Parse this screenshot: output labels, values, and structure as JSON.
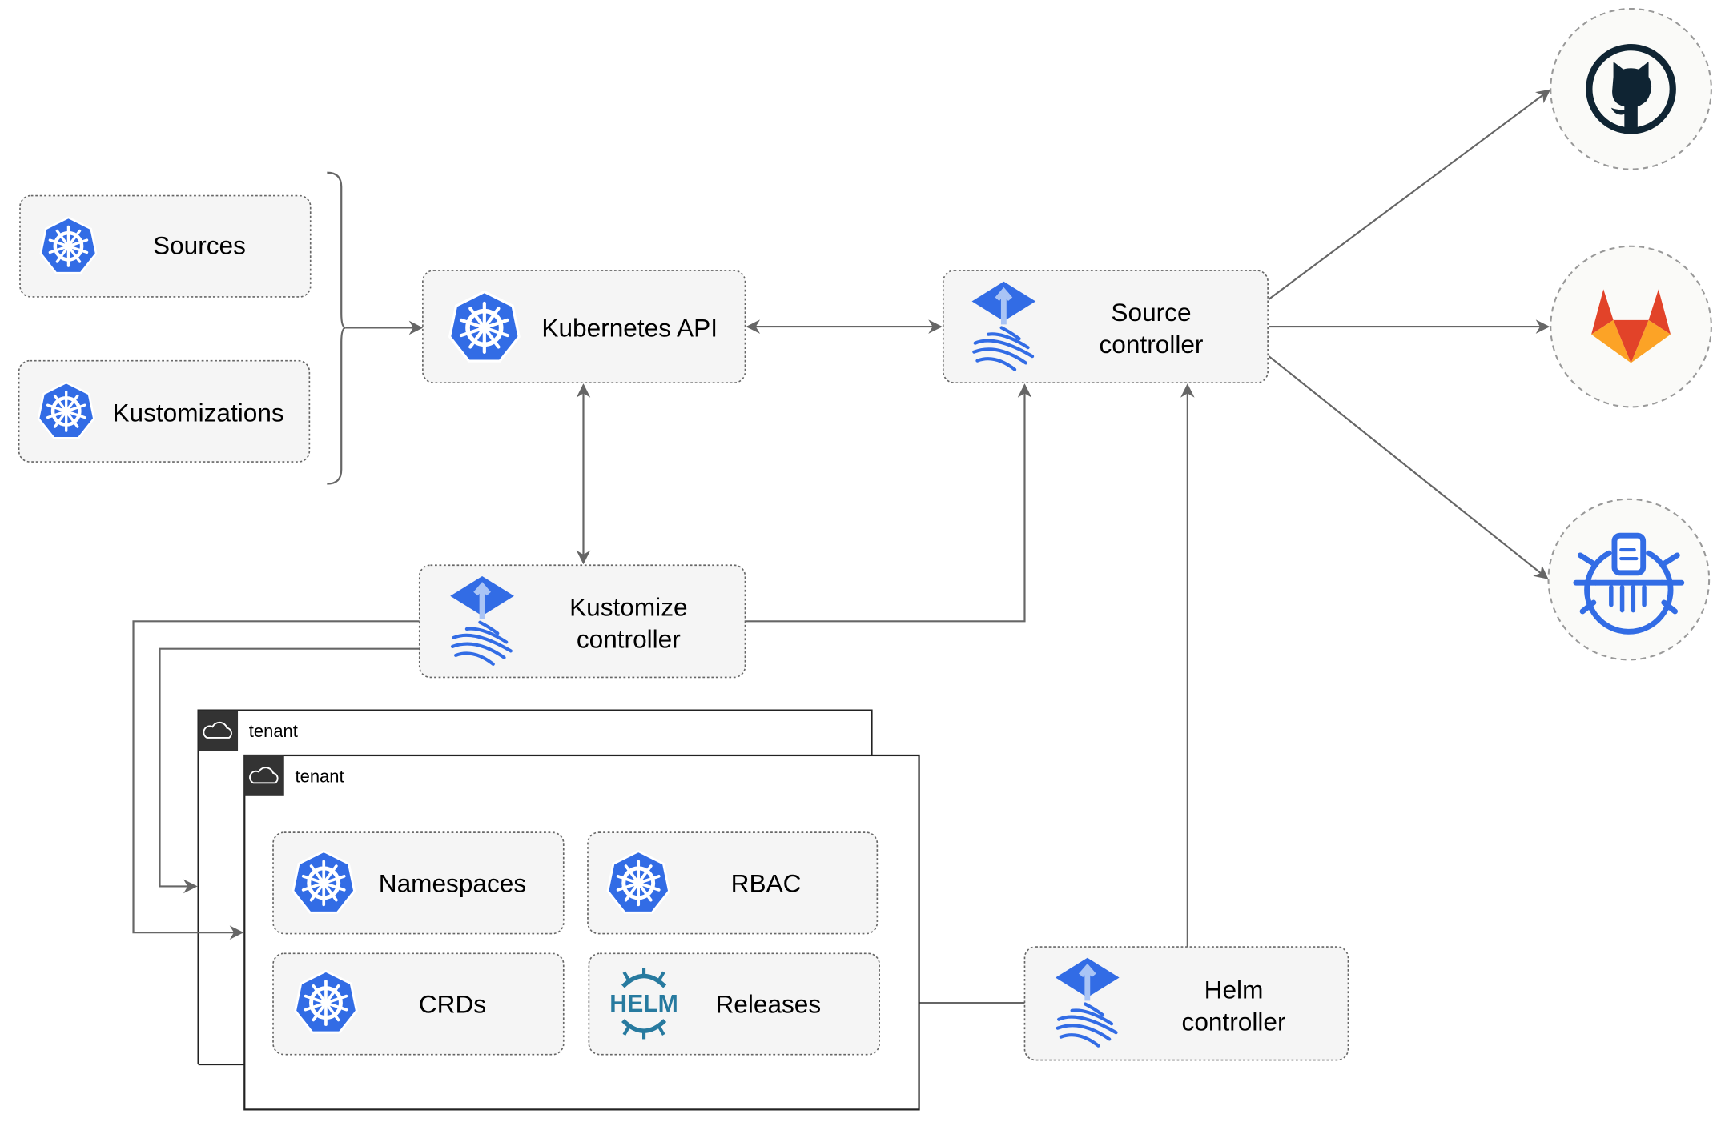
{
  "nodes": {
    "sources": "Sources",
    "kustomizations": "Kustomizations",
    "kubernetes_api": "Kubernetes API",
    "source_controller": [
      "Source",
      "controller"
    ],
    "kustomize_controller": [
      "Kustomize",
      "controller"
    ],
    "helm_controller": [
      "Helm",
      "controller"
    ],
    "namespaces": "Namespaces",
    "rbac": "RBAC",
    "crds": "CRDs",
    "releases": "Releases"
  },
  "tenants": [
    {
      "label": "tenant"
    },
    {
      "label": "tenant"
    }
  ],
  "external_sources": [
    {
      "icon": "github-icon"
    },
    {
      "icon": "gitlab-icon"
    },
    {
      "icon": "bucket-icon"
    }
  ],
  "icon_text": {
    "helm": "HELM"
  },
  "colors": {
    "kubernetes_blue": "#326ce5",
    "edge": "#666666",
    "gitlab_orange": "#e24329",
    "github_dark": "#0f2433",
    "helm_blue": "#277a9f"
  }
}
